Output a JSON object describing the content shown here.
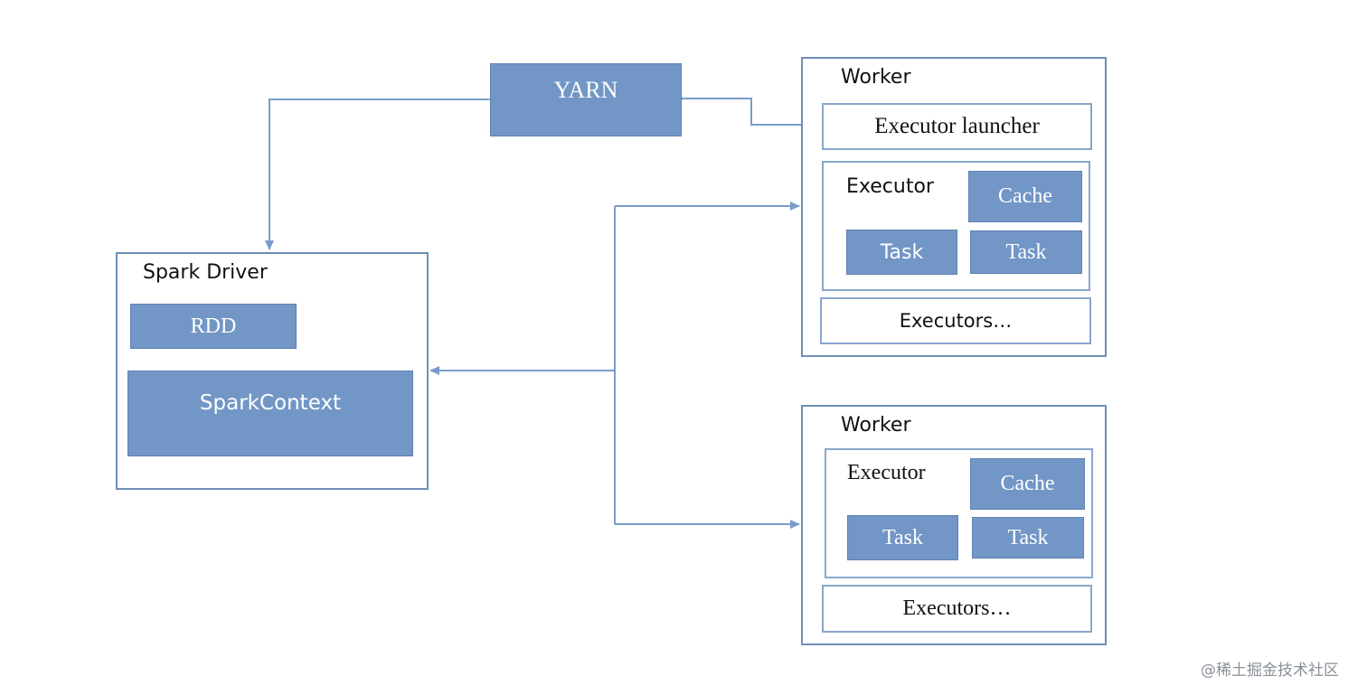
{
  "yarn": {
    "label": "YARN"
  },
  "driver": {
    "title": "Spark Driver",
    "rdd": "RDD",
    "context": "SparkContext"
  },
  "workers": [
    {
      "title": "Worker",
      "launcher": "Executor launcher",
      "executor": {
        "label": "Executor",
        "cache": "Cache",
        "tasks": [
          "Task",
          "Task"
        ]
      },
      "more": "Executors…"
    },
    {
      "title": "Worker",
      "executor": {
        "label": "Executor",
        "cache": "Cache",
        "tasks": [
          "Task",
          "Task"
        ]
      },
      "more": "Executors…"
    }
  ],
  "watermark": "@稀土掘金技术社区",
  "colors": {
    "box_fill": "#7296c6",
    "line": "#7a9cca",
    "border": "#6f8fb8"
  }
}
